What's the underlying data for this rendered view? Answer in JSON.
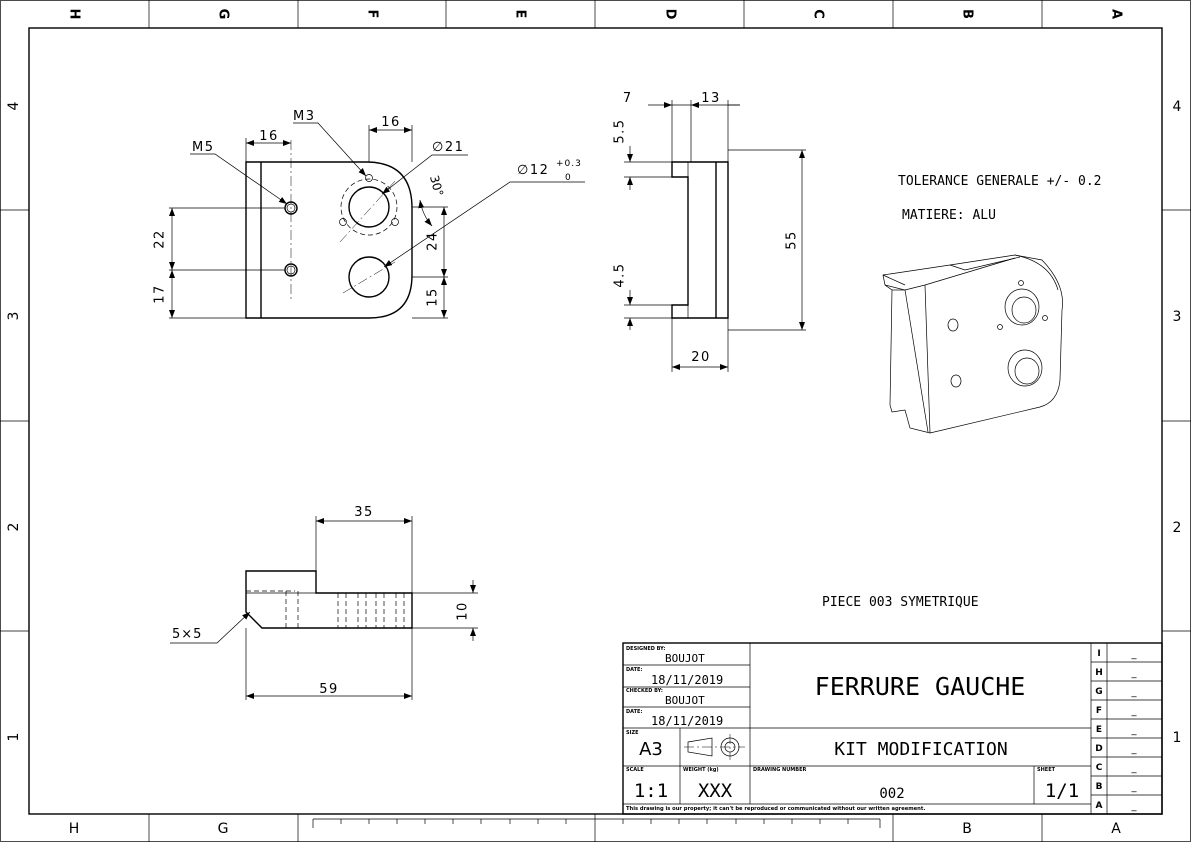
{
  "frame": {
    "columns_top": [
      "H",
      "G",
      "F",
      "E",
      "D",
      "C",
      "B",
      "A"
    ],
    "columns_bottom": [
      "H",
      "G",
      "B",
      "A"
    ],
    "rows": [
      "4",
      "3",
      "2",
      "1"
    ]
  },
  "front_view": {
    "dims": {
      "m3": "M3",
      "m5": "M5",
      "top16_left": "16",
      "top16_right": "16",
      "dia21": "∅21",
      "dia12": "∅12",
      "tol_upper": "+0.3",
      "tol_lower": "0",
      "d22": "22",
      "d17": "17",
      "angle": "30°",
      "d24": "24",
      "d15": "15"
    }
  },
  "side_view": {
    "dims": {
      "d7": "7",
      "d13": "13",
      "d5_5": "5.5",
      "d4_5": "4.5",
      "d55": "55",
      "d20": "20"
    }
  },
  "bottom_view": {
    "dims": {
      "d35": "35",
      "d10": "10",
      "d59": "59",
      "chamfer": "5×5"
    }
  },
  "notes": {
    "tolerance": "TOLERANCE GENERALE +/- 0.2",
    "material": "MATIERE: ALU",
    "symmetric": "PIECE 003 SYMETRIQUE"
  },
  "title_block": {
    "designed_by_label": "DESIGNED BY:",
    "designed_by": "BOUJOT",
    "date_label_1": "DATE:",
    "date_1": "18/11/2019",
    "checked_by_label": "CHECKED BY:",
    "checked_by": "BOUJOT",
    "date_label_2": "DATE:",
    "date_2": "18/11/2019",
    "size_label": "SIZE",
    "size": "A3",
    "scale_label": "SCALE",
    "scale": "1:1",
    "weight_label": "WEIGHT (kg)",
    "weight": "XXX",
    "drawing_number_label": "DRAWING NUMBER",
    "drawing_number": "002",
    "sheet_label": "SHEET",
    "sheet": "1/1",
    "title": "FERRURE GAUCHE",
    "subtitle": "KIT MODIFICATION",
    "disclaimer": "This drawing is our property; it can't be reproduced or communicated without our written agreement.",
    "revisions": [
      {
        "letter": "I",
        "value": "_"
      },
      {
        "letter": "H",
        "value": "_"
      },
      {
        "letter": "G",
        "value": "_"
      },
      {
        "letter": "F",
        "value": "_"
      },
      {
        "letter": "E",
        "value": "_"
      },
      {
        "letter": "D",
        "value": "_"
      },
      {
        "letter": "C",
        "value": "_"
      },
      {
        "letter": "B",
        "value": "_"
      },
      {
        "letter": "A",
        "value": "_"
      }
    ]
  }
}
